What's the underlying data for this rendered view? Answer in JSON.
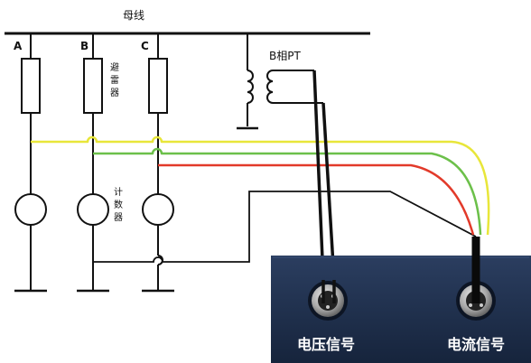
{
  "bus_label": "母线",
  "phases": [
    {
      "id": "A",
      "label": "A"
    },
    {
      "id": "B",
      "label": "B"
    },
    {
      "id": "C",
      "label": "C"
    }
  ],
  "arrester_label": "避雷器",
  "counter_label": "计数器",
  "pt_label": "B相PT",
  "panel": {
    "voltage_label": "电压信号",
    "current_label": "电流信号"
  },
  "wire_colors": {
    "yellow": "#e8e63a",
    "green": "#6cc04a",
    "red": "#e23a2a",
    "black": "#111111"
  },
  "panel_color": "#1e2f4d"
}
